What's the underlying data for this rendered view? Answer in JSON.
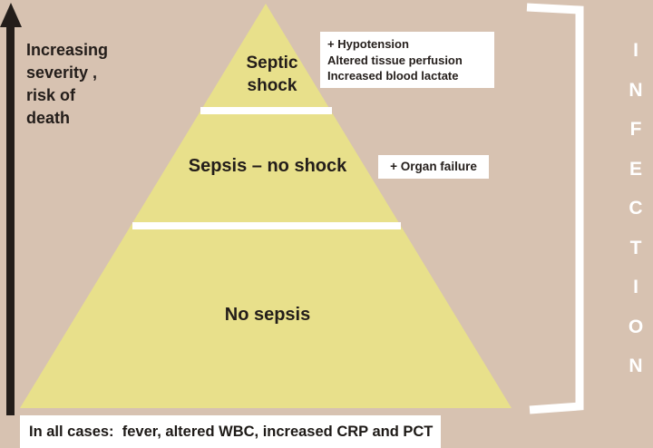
{
  "colors": {
    "background": "#d7c2b1",
    "pyramid": "#e8e08b",
    "divider": "#ffffff",
    "arrow": "#231d1a",
    "bracket": "#ffffff",
    "callout_bg": "#ffffff",
    "text_dark": "#231d1a"
  },
  "left_axis": {
    "lines": [
      "Increasing",
      "severity ,",
      "risk of",
      "death"
    ]
  },
  "pyramid": {
    "levels": [
      {
        "name": "septic-shock",
        "lines": [
          "Septic",
          "shock"
        ]
      },
      {
        "name": "sepsis-no-shock",
        "label": "Sepsis – no shock"
      },
      {
        "name": "no-sepsis",
        "label": "No sepsis"
      }
    ]
  },
  "callouts": {
    "septic_shock": {
      "lines": [
        "+ Hypotension",
        "Altered tissue perfusion",
        "Increased blood lactate"
      ]
    },
    "sepsis": {
      "label": "+ Organ failure"
    }
  },
  "footer": {
    "text": "In all cases:  fever, altered WBC, increased CRP and PCT"
  },
  "right": {
    "word": "INFECTION",
    "letters": [
      "I",
      "N",
      "F",
      "E",
      "C",
      "T",
      "I",
      "O",
      "N"
    ]
  }
}
